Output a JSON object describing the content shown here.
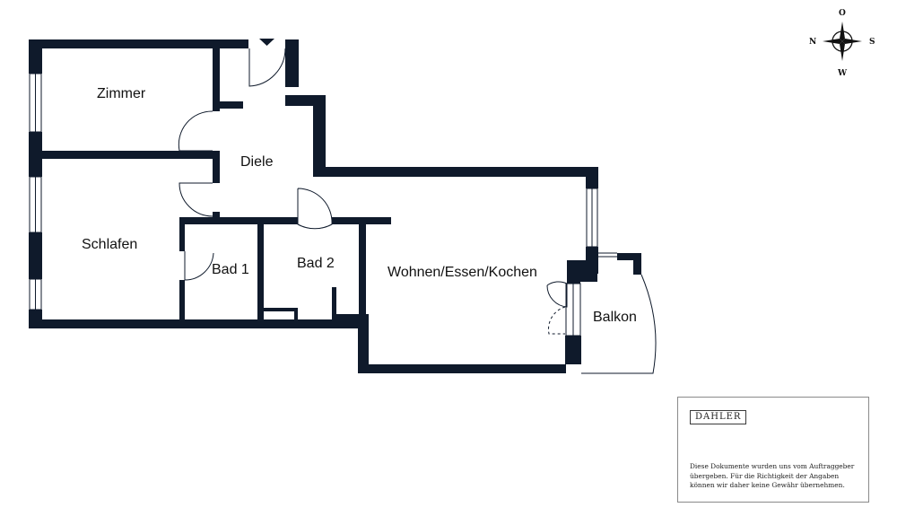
{
  "rooms": {
    "zimmer": "Zimmer",
    "schlafen": "Schlafen",
    "diele": "Diele",
    "bad1": "Bad 1",
    "bad2": "Bad 2",
    "wohnen": "Wohnen/Essen/Kochen",
    "balkon": "Balkon"
  },
  "compass": {
    "north": "N",
    "east": "O",
    "south": "S",
    "west": "W"
  },
  "disclaimer": {
    "logo": "DAHLER",
    "line1": "Diese Dokumente wurden uns vom Auftraggeber",
    "line2": "übergeben. Für die Richtigkeit der Angaben",
    "line3": "können wir daher keine Gewähr übernehmen."
  },
  "colors": {
    "wall": "#0f1a2b",
    "background": "#ffffff",
    "frame": "#8a8a8a"
  }
}
